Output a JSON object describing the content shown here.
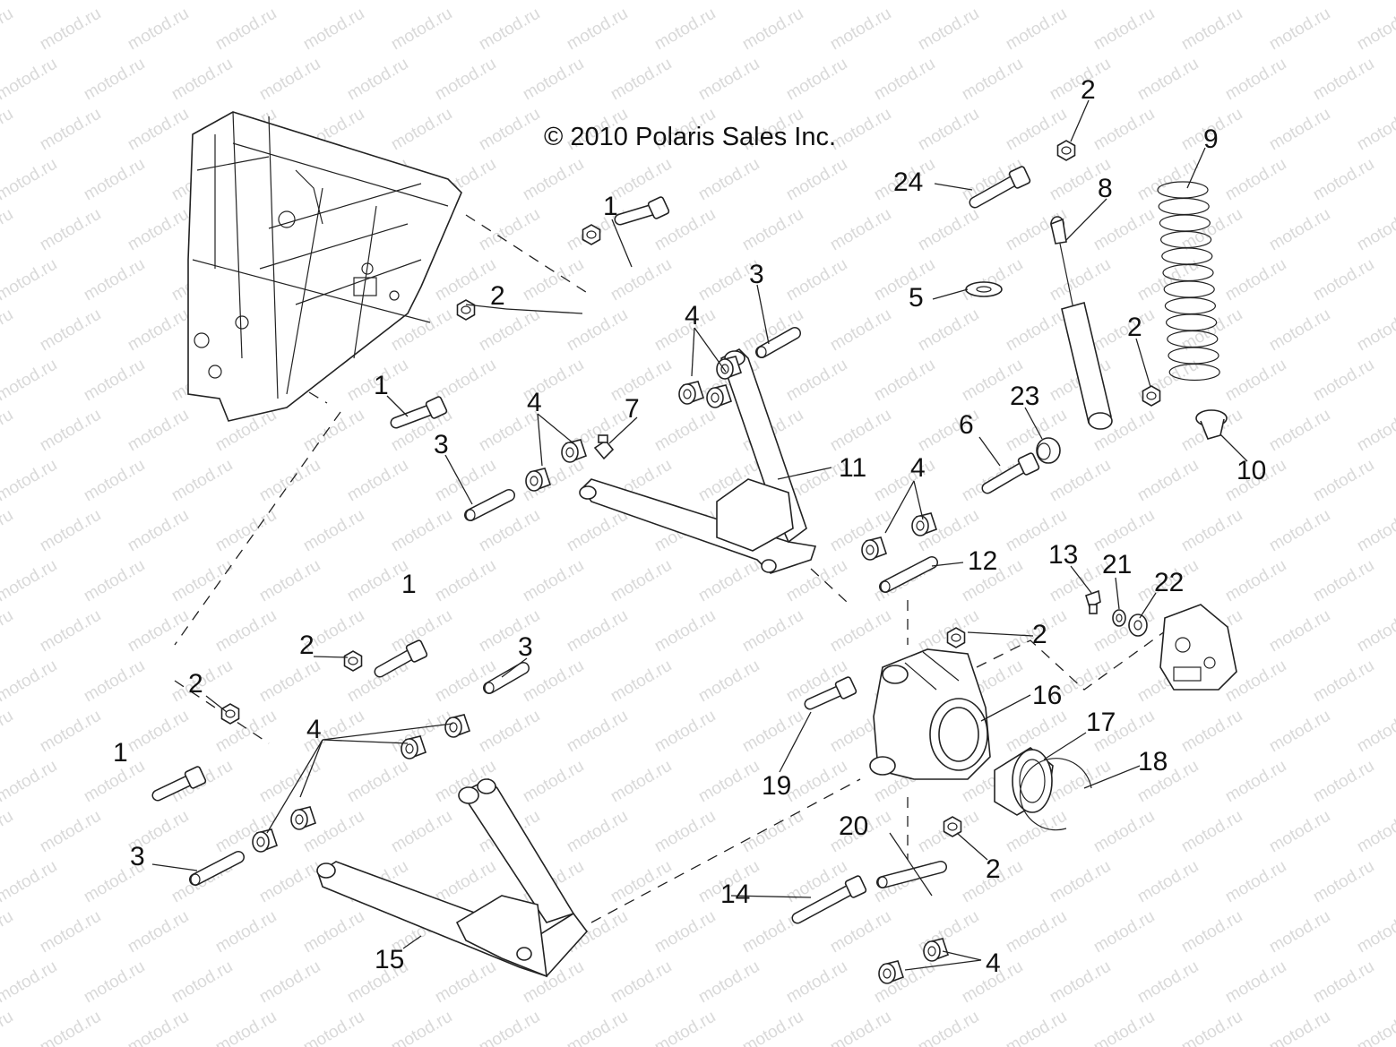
{
  "diagram": {
    "copyright": "© 2010 Polaris Sales Inc.",
    "watermark": "motod.ru",
    "callouts": [
      {
        "id": "c1a",
        "text": "1"
      },
      {
        "id": "c1b",
        "text": "1"
      },
      {
        "id": "c1c",
        "text": "1"
      },
      {
        "id": "c1d",
        "text": "1"
      },
      {
        "id": "c2a",
        "text": "2"
      },
      {
        "id": "c2b",
        "text": "2"
      },
      {
        "id": "c2c",
        "text": "2"
      },
      {
        "id": "c2d",
        "text": "2"
      },
      {
        "id": "c2e",
        "text": "2"
      },
      {
        "id": "c2f",
        "text": "2"
      },
      {
        "id": "c2g",
        "text": "2"
      },
      {
        "id": "c3a",
        "text": "3"
      },
      {
        "id": "c3b",
        "text": "3"
      },
      {
        "id": "c3c",
        "text": "3"
      },
      {
        "id": "c3d",
        "text": "3"
      },
      {
        "id": "c4a",
        "text": "4"
      },
      {
        "id": "c4b",
        "text": "4"
      },
      {
        "id": "c4c",
        "text": "4"
      },
      {
        "id": "c4d",
        "text": "4"
      },
      {
        "id": "c4e",
        "text": "4"
      },
      {
        "id": "c5",
        "text": "5"
      },
      {
        "id": "c6",
        "text": "6"
      },
      {
        "id": "c7",
        "text": "7"
      },
      {
        "id": "c8",
        "text": "8"
      },
      {
        "id": "c9",
        "text": "9"
      },
      {
        "id": "c10",
        "text": "10"
      },
      {
        "id": "c11",
        "text": "11"
      },
      {
        "id": "c12",
        "text": "12"
      },
      {
        "id": "c13",
        "text": "13"
      },
      {
        "id": "c14",
        "text": "14"
      },
      {
        "id": "c15",
        "text": "15"
      },
      {
        "id": "c16",
        "text": "16"
      },
      {
        "id": "c17",
        "text": "17"
      },
      {
        "id": "c18",
        "text": "18"
      },
      {
        "id": "c19",
        "text": "19"
      },
      {
        "id": "c20",
        "text": "20"
      },
      {
        "id": "c21",
        "text": "21"
      },
      {
        "id": "c22",
        "text": "22"
      },
      {
        "id": "c23",
        "text": "23"
      },
      {
        "id": "c24",
        "text": "24"
      }
    ]
  }
}
